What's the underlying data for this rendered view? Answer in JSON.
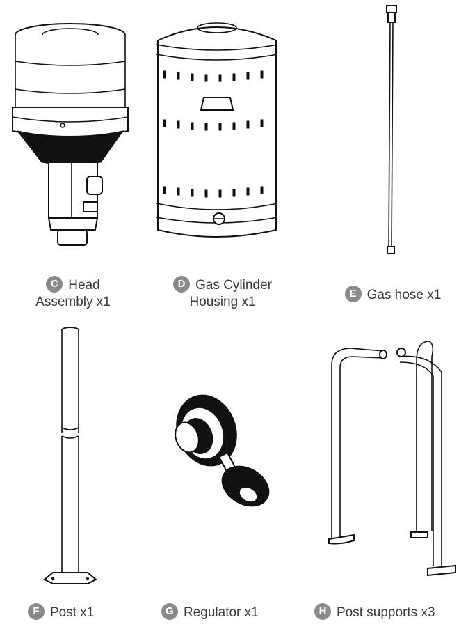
{
  "parts": [
    {
      "letter": "C",
      "line1": "Head",
      "line2": "Assembly x1"
    },
    {
      "letter": "D",
      "line1": "Gas Cylinder",
      "line2": "Housing x1"
    },
    {
      "letter": "E",
      "line1": "Gas hose x1"
    },
    {
      "letter": "F",
      "line1": "Post x1"
    },
    {
      "letter": "G",
      "line1": "Regulator x1"
    },
    {
      "letter": "H",
      "line1": "Post supports x3"
    }
  ]
}
